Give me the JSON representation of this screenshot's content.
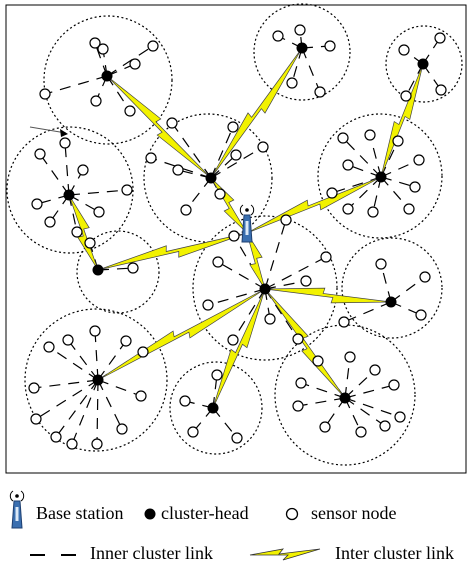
{
  "legend": {
    "base_station": "Base station",
    "cluster_head": "cluster-head",
    "sensor_node": "sensor node",
    "inner_link": "Inner cluster link",
    "inter_link": "Inter cluster link"
  },
  "colors": {
    "stroke": "#000000",
    "inter_link_fill": "#f2f200",
    "base_station": "#3a6fb0"
  },
  "icons": [
    "antenna-icon",
    "cluster-head-icon",
    "sensor-node-icon",
    "dashed-line-icon",
    "lightning-link-icon"
  ]
}
